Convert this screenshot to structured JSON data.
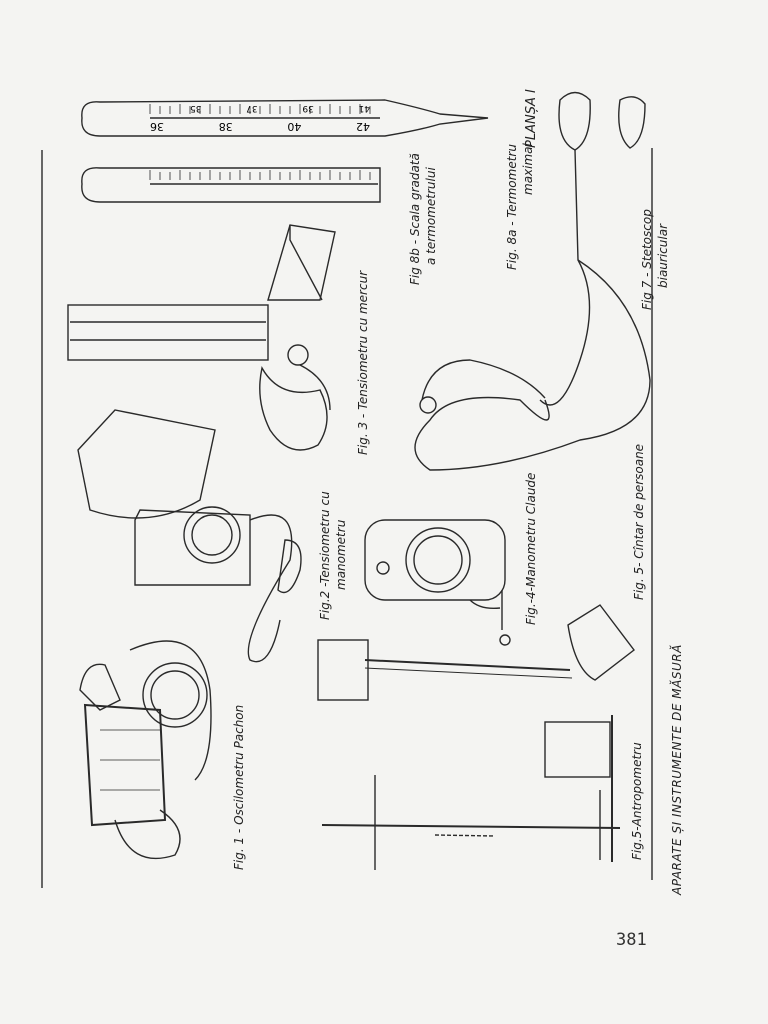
{
  "plate_title": "PLANȘA I",
  "footer_title": "APARATE ȘI INSTRUMENTE DE MĂSURĂ",
  "page_number": "381",
  "captions": {
    "fig1": "Fig. 1 - Oscilometru Pachon",
    "fig2_line1": "Fig.2 -Tensiometru cu",
    "fig2_line2": "manometru",
    "fig3": "Fig. 3 - Tensiometru cu mercur",
    "fig4": "Fig.-4-Manometru Claude",
    "fig5a": "Fig.5-Antropometru",
    "fig5b": "Fig. 5- Cîntar de persoane",
    "fig7_line1": "Fig 7 - Stetoscop",
    "fig7_line2": "biauricular",
    "fig8a_line1": "Fig. 8a - Termometru",
    "fig8a_line2": "maximal",
    "fig8b_line1": "Fig 8b - Scala gradată",
    "fig8b_line2": "a termometrului"
  },
  "thermometer_scale": {
    "top_numbers": [
      "41",
      "39",
      "37",
      "35"
    ],
    "bottom_numbers": [
      "42",
      "40",
      "38",
      "36"
    ]
  }
}
